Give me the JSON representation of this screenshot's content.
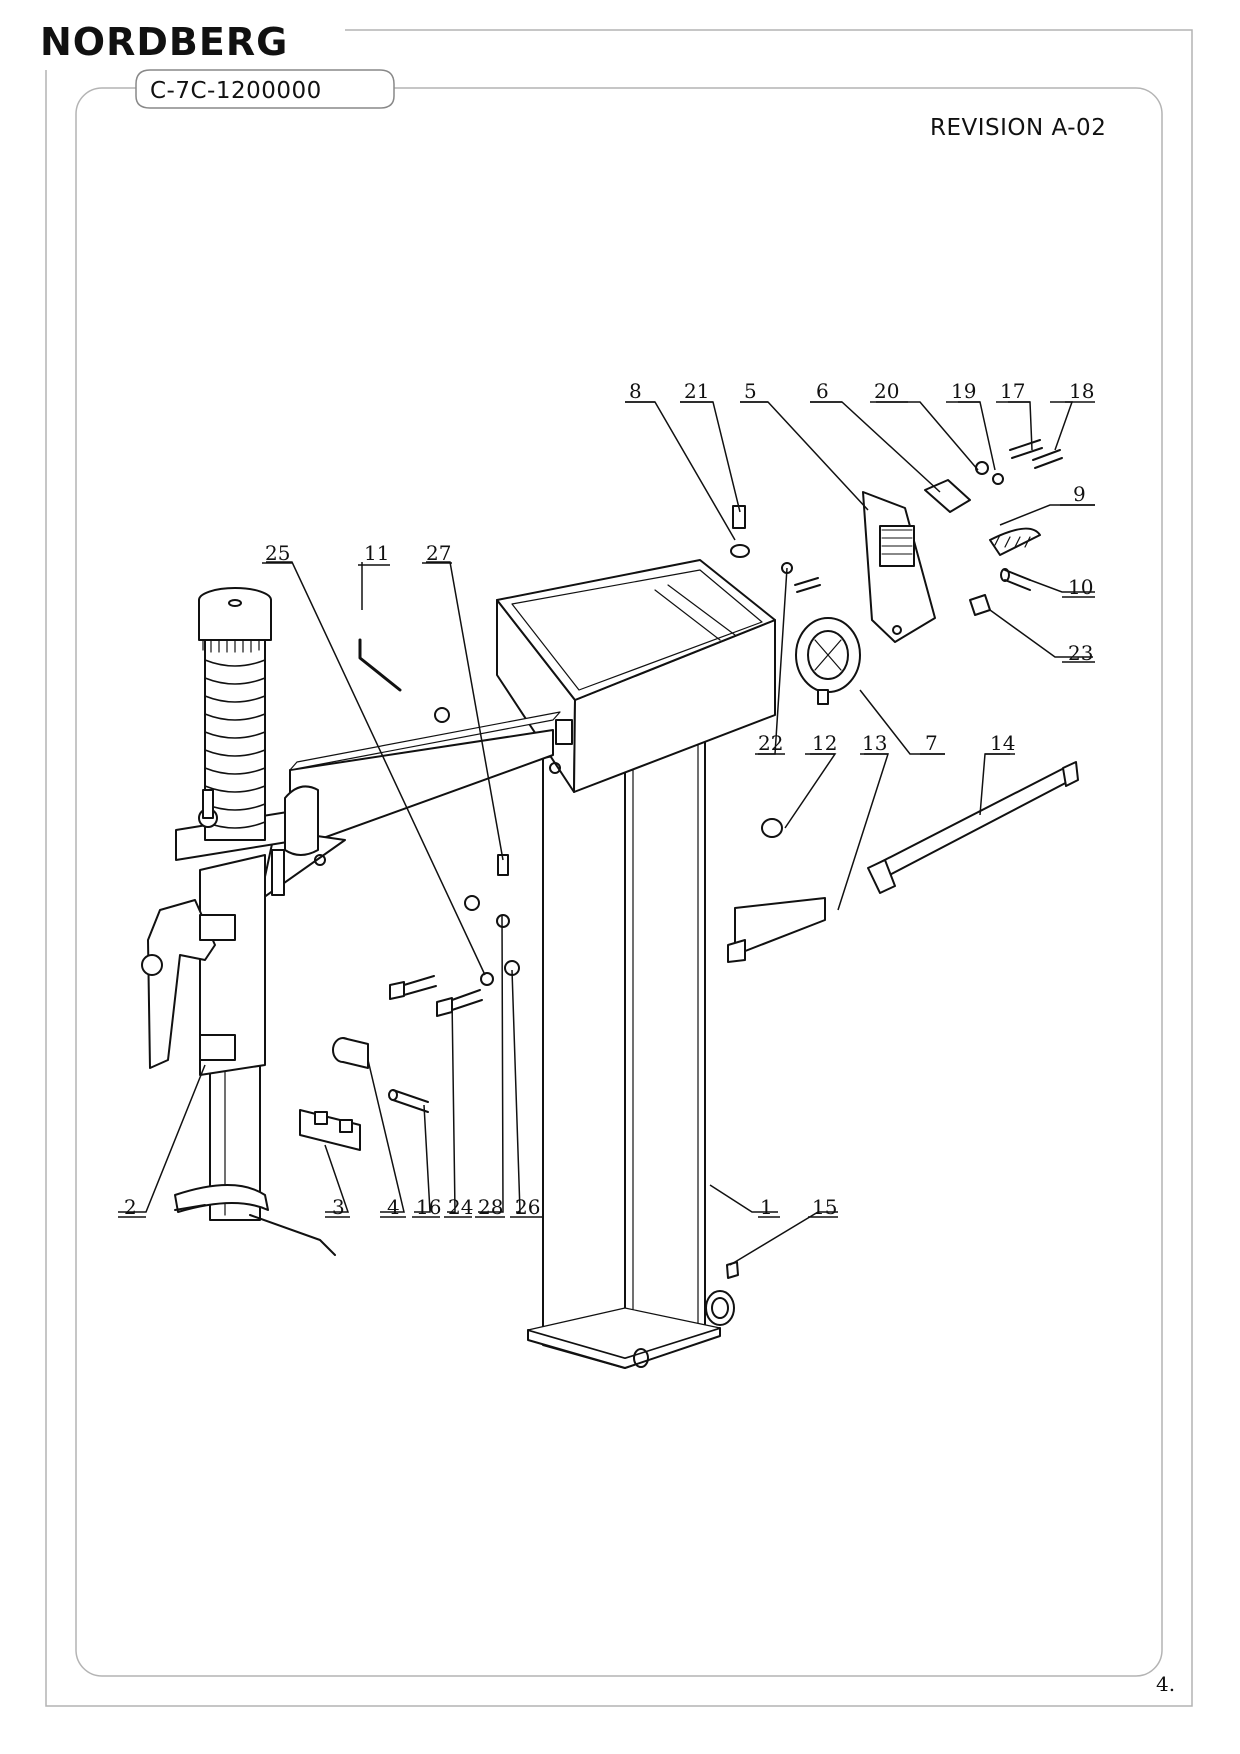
{
  "header": {
    "brand": "NORDBERG",
    "doc_code": "C-7C-1200000",
    "revision": "REVISION A-02"
  },
  "footer": {
    "page_number": "4."
  },
  "callouts": [
    "1",
    "2",
    "3",
    "4",
    "5",
    "6",
    "7",
    "8",
    "9",
    "10",
    "11",
    "12",
    "13",
    "14",
    "15",
    "16",
    "17",
    "18",
    "19",
    "20",
    "21",
    "22",
    "23",
    "24",
    "25",
    "26",
    "27",
    "28"
  ],
  "colors": {
    "line": "#111111",
    "frame": "#b4b4b4",
    "background": "#ffffff"
  }
}
